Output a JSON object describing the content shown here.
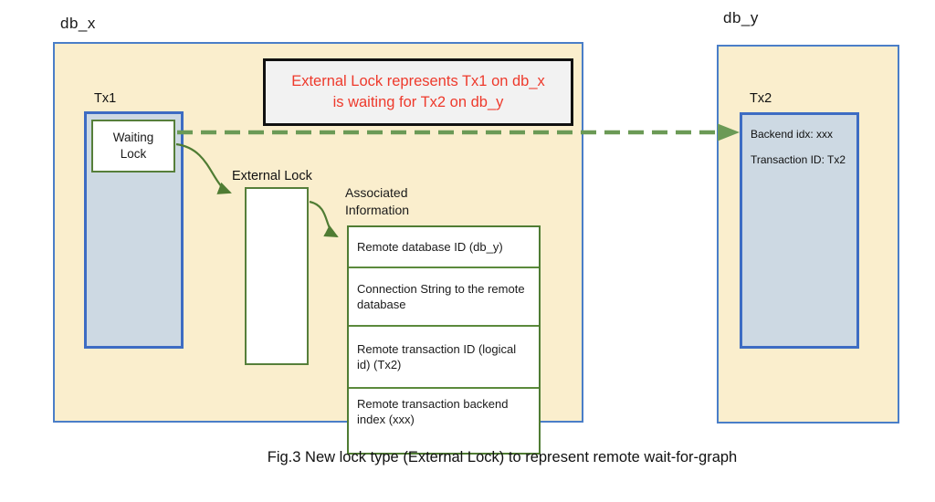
{
  "caption": "Fig.3 New lock type (External Lock) to represent remote wait-for-graph",
  "colors": {
    "container_fill": "#faeecd",
    "container_border": "#4a7ec8",
    "tx_fill": "#cdd9e3",
    "tx_border": "#3d6cc3",
    "green_line": "#4f7c33",
    "green_dash": "#6b9a56",
    "note_text": "#ee3a2c",
    "note_fill": "#f2f2f2",
    "note_border": "#111111"
  },
  "db_x": {
    "label": "db_x",
    "note": "External Lock represents Tx1 on db_x is waiting for Tx2 on db_y",
    "tx1": {
      "label": "Tx1",
      "waiting_lock_label": "Waiting Lock"
    },
    "external_lock_label": "External Lock",
    "associated_info_label": "Associated Information",
    "table": {
      "rows": [
        "Remote database ID (db_y)",
        "Connection String to the remote database",
        "Remote transaction ID (logical id) (Tx2)",
        "Remote transaction backend index (xxx)"
      ]
    }
  },
  "db_y": {
    "label": "db_y",
    "tx2": {
      "label": "Tx2",
      "lines": [
        "Backend idx: xxx",
        "Transaction ID: Tx2"
      ]
    }
  }
}
